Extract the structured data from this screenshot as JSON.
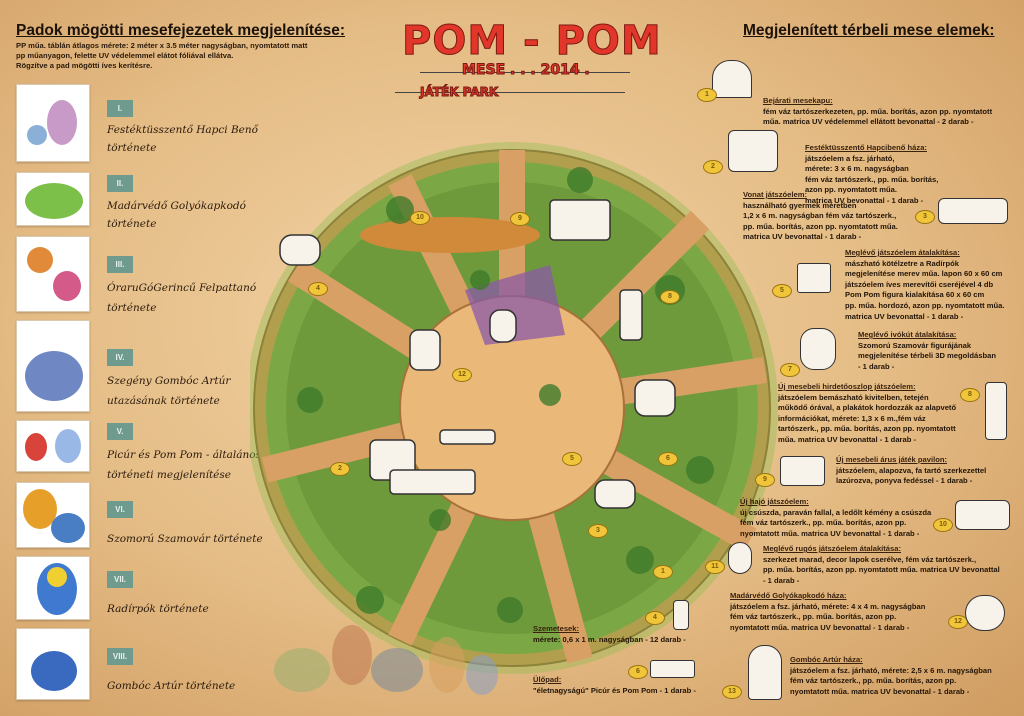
{
  "left": {
    "heading": "Padok mögötti mesefejezetek megjelenítése:",
    "intro": [
      "PP műa. táblán átlagos mérete: 2 méter x 3.5 méter nagyságban, nyomtatott matt",
      "pp műanyagon, felette UV védelemmel elátot fóliával ellátva.",
      "Rögzítve a pad mögötti íves kerítésre."
    ],
    "stories": [
      {
        "num": "I.",
        "title": "Festéktüsszentő Hapci Benő története"
      },
      {
        "num": "II.",
        "title": "Madárvédő Golyókapkodó története"
      },
      {
        "num": "III.",
        "title": "ÓraruGóGerincű Felpattanó története"
      },
      {
        "num": "IV.",
        "title": "Szegény Gombóc Artúr utazásának története"
      },
      {
        "num": "V.",
        "title": "Picúr és Pom Pom - általános történeti megjelenítése"
      },
      {
        "num": "VI.",
        "title": "Szomorú Szamovár története"
      },
      {
        "num": "VII.",
        "title": "Radírpók története"
      },
      {
        "num": "VIII.",
        "title": "Gombóc Artúr története"
      }
    ]
  },
  "logo": {
    "title": "POM - POM",
    "line2": "MESE . . . 2014 .",
    "line3": "JÁTÉK PARK"
  },
  "right": {
    "heading": "Megjelenített térbeli mese elemek:",
    "items": [
      {
        "title": "Bejárati mesekapu:",
        "lines": [
          "fém váz tartószerkezeten, pp. műa. borítás, azon pp. nyomtatott",
          "műa. matrica UV védelemmel ellátott bevonattal - 2 darab -"
        ]
      },
      {
        "title": "Festéktüsszentő Hapcibenő háza:",
        "lines": [
          "játszóelem a fsz. járható,",
          "mérete: 3 x 6 m. nagyságban",
          "fém váz tartószerk., pp. műa. borítás,",
          "azon pp. nyomtatott műa.",
          "matrica UV bevonattal - 1 darab -"
        ]
      },
      {
        "title": "Vonat játszóelem:",
        "lines": [
          "használható gyermek méretben",
          "1,2 x 6 m. nagyságban fém váz tartószerk.,",
          "pp. műa. borítás, azon pp. nyomtatott műa.",
          "matrica UV bevonattal - 1 darab -"
        ]
      },
      {
        "title": "Meglévő játszóelem átalakítása:",
        "lines": [
          "mászható kötélzetre a Radírpók",
          "megjelenítése merev műa. lapon 60 x 60 cm",
          "játszóelem íves merevítői cseréjével 4 db",
          "Pom Pom figura kialakítása 60 x 60 cm",
          "pp. műa. hordozó, azon pp. nyomtatott műa.",
          "matrica UV bevonattal - 1 darab -"
        ]
      },
      {
        "title": "Meglévő ivókút átalakítása:",
        "lines": [
          "Szomorú Szamovár figurájának",
          "megjelenítése térbeli 3D megoldásban",
          "- 1 darab -"
        ]
      },
      {
        "title": "Új mesebeli hirdetőoszlop játszóelem:",
        "lines": [
          "játszóelem bemászható kivitelben, tetején",
          "működő órával, a plakátok hordozzák az alapvető",
          "információkat, mérete: 1,3 x 6 m.,fém váz",
          "tartószerk., pp. műa. borítás, azon pp. nyomtatott",
          "műa. matrica UV bevonattal - 1 darab -"
        ]
      },
      {
        "title": "Új mesebeli árus játék pavilon:",
        "lines": [
          "játszóelem, alapozva, fa tartó szerkezettel",
          "lazúrozva, ponyva fedéssel - 1 darab -"
        ]
      },
      {
        "title": "Új hajó játszóelem:",
        "lines": [
          "új csúszda, paraván fallal, a ledőlt kémény a csúszda",
          "fém váz tartószerk., pp. műa. borítás, azon pp.",
          "nyomtatott műa. matrica UV bevonattal - 1 darab -"
        ]
      },
      {
        "title": "Meglévő rugós játszóelem átalakítása:",
        "lines": [
          "szerkezet marad, decor lapok cserélve, fém váz tartószerk.,",
          "pp. műa. borítás, azon pp. nyomtatott műa. matrica UV bevonattal",
          "- 1 darab -"
        ]
      },
      {
        "title": "Madárvédő Golyókapkodó háza:",
        "lines": [
          "játszóelem a fsz. járható, mérete: 4 x 4 m. nagyságban",
          "fém váz tartószerk., pp. műa. borítás, azon pp.",
          "nyomtatott műa. matrica UV bevonattal - 1 darab -"
        ]
      },
      {
        "title": "Gombóc Artúr háza:",
        "lines": [
          "játszóelem a fsz. járható, mérete: 2,5 x 6 m. nagyságban",
          "fém váz tartószerk., pp. műa. borítás, azon pp.",
          "nyomtatott műa. matrica UV bevonattal - 1 darab -"
        ]
      },
      {
        "title": "Szemetesek:",
        "lines": [
          "mérete: 0,6 x 1 m. nagyságban - 12 darab -"
        ]
      },
      {
        "title": "Ülőpad:",
        "lines": [
          "\"életnagyságú\" Picúr és Pom Pom - 1 darab -"
        ]
      }
    ]
  },
  "map": {
    "markers": [
      "1",
      "2",
      "3",
      "4",
      "5",
      "6",
      "7",
      "8",
      "9",
      "10",
      "11",
      "12",
      "13"
    ]
  },
  "colors": {
    "grass": "#6f9a3c",
    "path": "#d9a066",
    "plaza": "#eab97a",
    "badge": "#6f9a8e",
    "logo_red": "#e2362a"
  }
}
